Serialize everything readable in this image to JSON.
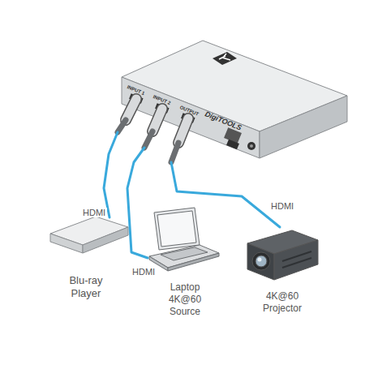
{
  "diagram": {
    "nodes": [
      {
        "text": [
          "DigiTOOLS"
        ]
      },
      {
        "text": [
          "Blu-ray Player"
        ]
      },
      {
        "text": [
          "Laptop 4K@60 Source"
        ]
      },
      {
        "text": [
          "4K@60 Projector"
        ]
      }
    ],
    "edges": [
      {
        "from": 1,
        "to": 0,
        "label": "HDMI",
        "arrow": "none"
      },
      {
        "from": 2,
        "to": 0,
        "label": "HDMI",
        "arrow": "none"
      },
      {
        "from": 0,
        "to": 3,
        "label": "HDMI",
        "arrow": "none"
      }
    ],
    "labels": [
      "INPUT 1",
      "INPUT 2",
      "OUTPUT"
    ]
  }
}
